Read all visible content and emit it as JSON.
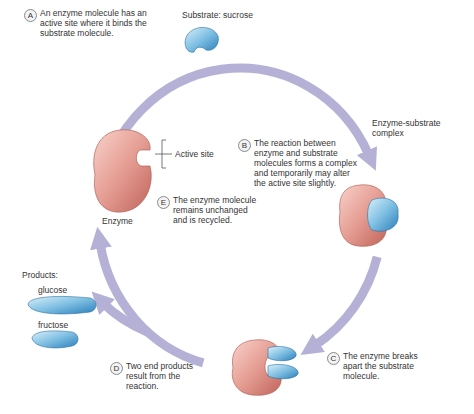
{
  "diagram": {
    "nodes": [
      {
        "text": [
          "A",
          "An enzyme molecule has an active site where it binds the substrate molecule."
        ]
      },
      {
        "text": [
          "B",
          "The reaction between enzyme and substrate molecules forms a complex and temporarily may alter the active site slightly."
        ]
      },
      {
        "text": [
          "C",
          "The enzyme breaks apart the substrate molecule."
        ]
      },
      {
        "text": [
          "D",
          "Two end products result from the reaction."
        ]
      },
      {
        "text": [
          "E",
          "The enzyme molecule remains unchanged and is recycled."
        ]
      }
    ],
    "labels": [
      "Substrate: sucrose",
      "Enzyme-substrate complex",
      "Active site",
      "Enzyme",
      "Products:",
      "glucose",
      "fructose"
    ]
  }
}
